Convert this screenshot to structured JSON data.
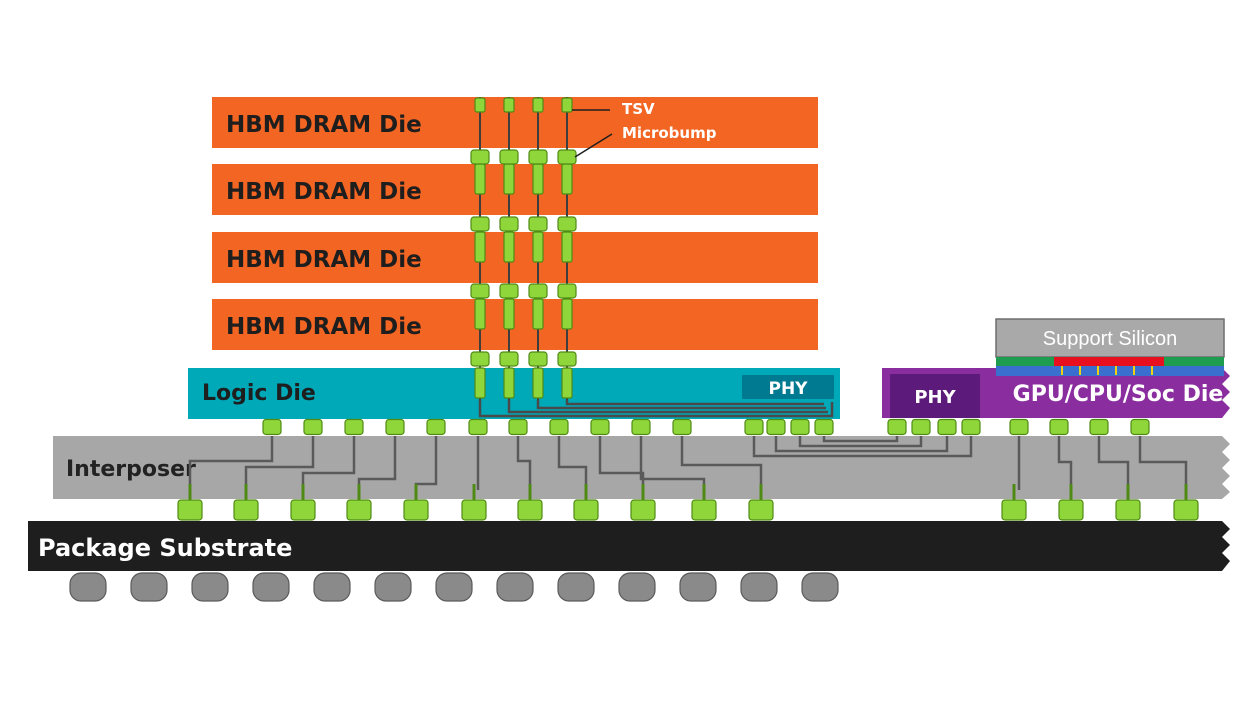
{
  "labels": {
    "dram_die": "HBM DRAM Die",
    "tsv": "TSV",
    "microbump": "Microbump",
    "logic_die": "Logic Die",
    "phy": "PHY",
    "interposer": "Interposer",
    "package_substrate": "Package Substrate",
    "gpu_cpu_soc_die": "GPU/CPU/Soc Die",
    "support_silicon": "Support Silicon"
  },
  "colors": {
    "dram": "#f26522",
    "logic": "#00a9b8",
    "logic_phy": "#007a90",
    "gpu": "#8a2d9f",
    "gpu_phy": "#5c1a7a",
    "interposer": "#a7a7a7",
    "substrate": "#1e1e1e",
    "bump": "#8fd63a",
    "bump_stroke": "#4f8a14",
    "wire": "#5a5a5a",
    "ball": "#8a8a8a",
    "support": "#a9a9a9",
    "green_strip": "#1e9c50",
    "red_strip": "#e8101e",
    "blue_strip": "#3a6fd0",
    "yellow_link": "#f2d20a"
  }
}
